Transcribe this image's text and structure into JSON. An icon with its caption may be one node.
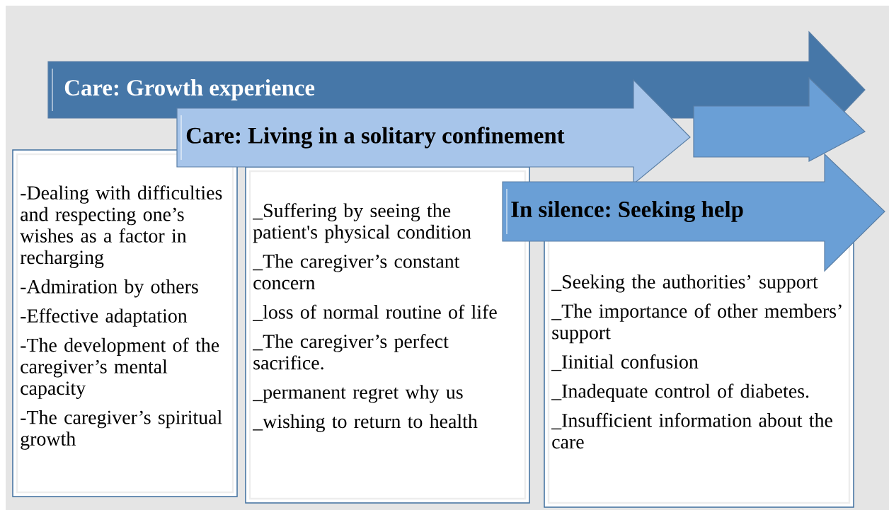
{
  "diagram": {
    "nodes": [
      {
        "text": [
          "Care: Growth experience"
        ]
      },
      {
        "text": [
          "Care: Living in a solitary confinement"
        ]
      },
      {
        "text": [
          "In silence: Seeking help"
        ]
      },
      {
        "text": [
          "-Dealing with difficulties and respecting one’s wishes as a factor in recharging",
          "-Admiration by others",
          "-Effective adaptation",
          "-The development of the caregiver’s mental capacity",
          "-The caregiver’s spiritual growth"
        ]
      },
      {
        "text": [
          "_Suffering by seeing the patient's physical condition",
          "_The caregiver’s constant concern",
          "_loss of normal routine of life",
          "_The caregiver’s perfect sacrifice.",
          "_permanent regret why us",
          "_wishing to return to health"
        ]
      },
      {
        "text": [
          "_Seeking the authorities’ support",
          "_The importance of other members’ support",
          "_Iinitial confusion",
          "_Inadequate control of diabetes.",
          "_Insufficient information about the care"
        ]
      },
      {
        "text": [],
        "shape": "arrow"
      }
    ]
  }
}
